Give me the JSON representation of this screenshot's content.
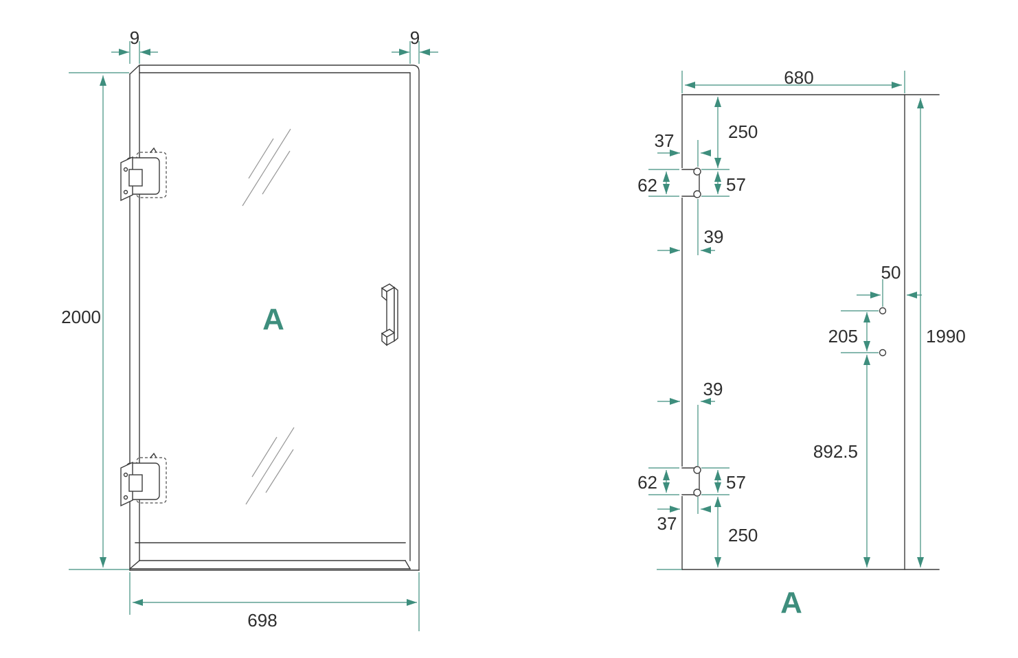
{
  "colors": {
    "dimension_accent": "#3E8E7D",
    "drawing_line": "#3C3C3C",
    "dimension_text": "#2E2E2E",
    "background": "#FFFFFF"
  },
  "door_elevation": {
    "panel_label": "A",
    "dims": {
      "left_edge_profile": "9",
      "right_edge_profile": "9",
      "overall_height": "2000",
      "overall_width": "698"
    }
  },
  "glass_panel": {
    "panel_label": "A",
    "dims": {
      "width": "680",
      "height": "1990",
      "top_hinge_from_top": "250",
      "top_hinge_edge_to_hole": "37",
      "top_hinge_left_height": "62",
      "top_hinge_right_height": "57",
      "top_hinge_depth": "39",
      "handle_hole_to_edge": "50",
      "handle_hole_spacing": "205",
      "handle_hole_to_bottom": "892.5",
      "bottom_hinge_depth": "39",
      "bottom_hinge_left_height": "62",
      "bottom_hinge_right_height": "57",
      "bottom_hinge_edge_to_hole": "37",
      "bottom_hinge_from_bottom": "250"
    }
  }
}
